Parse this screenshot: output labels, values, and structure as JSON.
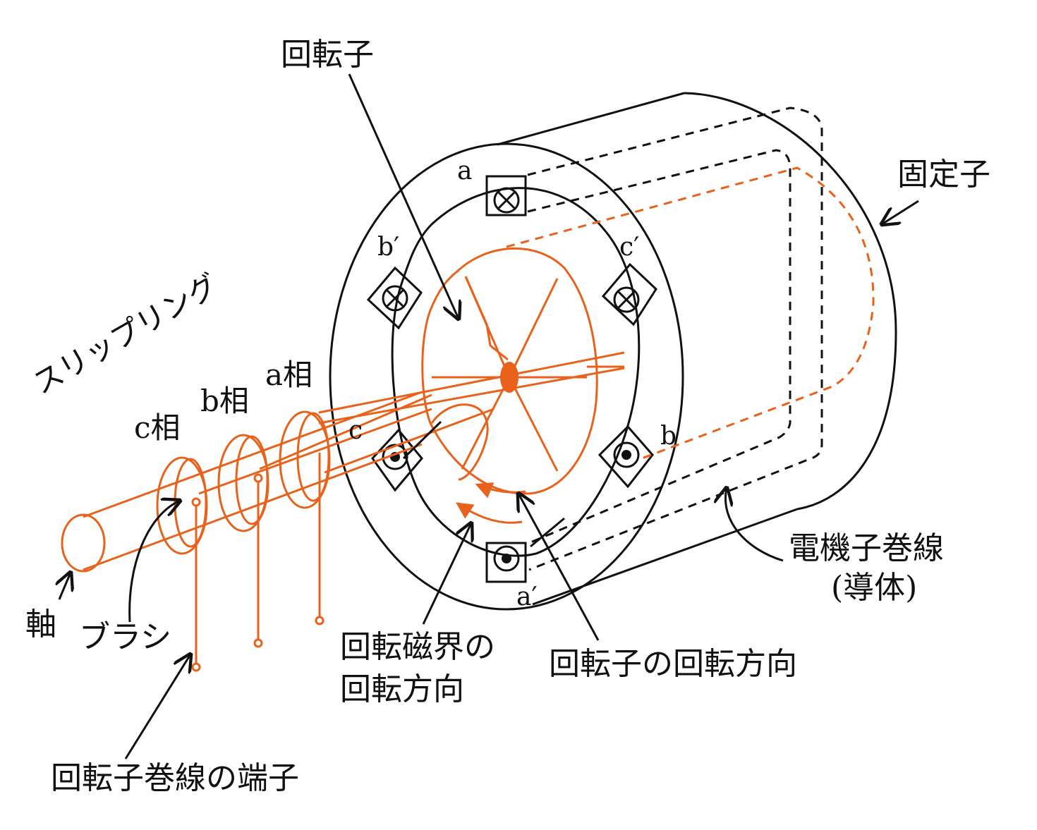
{
  "colors": {
    "line": "#111111",
    "accent": "#e8621c",
    "background": "#ffffff"
  },
  "labels": {
    "rotor": "回転子",
    "stator": "固定子",
    "slip_ring": "スリップリング",
    "phase_a": "a相",
    "phase_b": "b相",
    "phase_c": "c相",
    "shaft": "軸",
    "brush": "ブラシ",
    "armature_winding_line1": "電機子巻線",
    "armature_winding_line2": "(導体)",
    "rotating_field_line1": "回転磁界の",
    "rotating_field_line2": "回転方向",
    "rotor_rotation": "回転子の回転方向",
    "rotor_terminal": "回転子巻線の端子",
    "slot_a": "a",
    "slot_a_prime": "a′",
    "slot_b": "b",
    "slot_b_prime": "b′",
    "slot_c": "c",
    "slot_c_prime": "c′"
  }
}
